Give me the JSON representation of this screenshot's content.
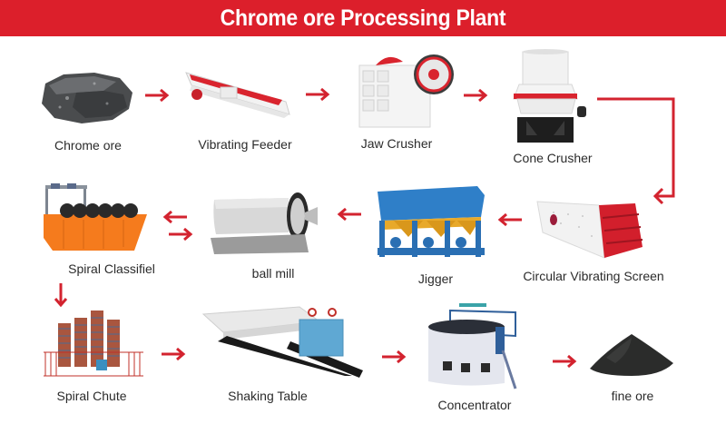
{
  "title": "Chrome ore Processing Plant",
  "colors": {
    "accent": "#dc1f2b",
    "arrow": "#d3232f",
    "text": "#2b2b2b"
  },
  "steps": [
    {
      "label": "Chrome ore",
      "icon": "ore-rock-icon"
    },
    {
      "label": "Vibrating Feeder",
      "icon": "vibrating-feeder-icon"
    },
    {
      "label": "Jaw Crusher",
      "icon": "jaw-crusher-icon"
    },
    {
      "label": "Cone Crusher",
      "icon": "cone-crusher-icon"
    },
    {
      "label": "Circular Vibrating Screen",
      "icon": "vibrating-screen-icon"
    },
    {
      "label": "Jigger",
      "icon": "jigger-icon"
    },
    {
      "label": "ball mill",
      "icon": "ball-mill-icon"
    },
    {
      "label": "Spiral Classifiel",
      "icon": "spiral-classifier-icon"
    },
    {
      "label": "Spiral Chute",
      "icon": "spiral-chute-icon"
    },
    {
      "label": "Shaking Table",
      "icon": "shaking-table-icon"
    },
    {
      "label": "Concentrator",
      "icon": "concentrator-icon"
    },
    {
      "label": "fine ore",
      "icon": "fine-ore-pile-icon"
    }
  ]
}
